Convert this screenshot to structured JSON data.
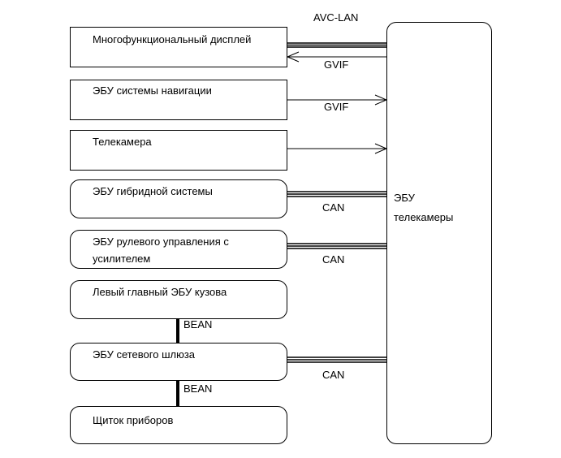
{
  "diagram": {
    "modules": {
      "display": "Многофункциональный дисплей",
      "nav_ecu": "ЭБУ системы навигации",
      "camera": "Телекамера",
      "hybrid_ecu": "ЭБУ гибридной системы",
      "steering_ecu_line1": "ЭБУ рулевого управления с",
      "steering_ecu_line2": "усилителем",
      "body_ecu": "Левый главный ЭБУ кузова",
      "gateway_ecu": "ЭБУ сетевого шлюза",
      "cluster": "Щиток приборов",
      "camera_ecu_line1": "ЭБУ",
      "camera_ecu_line2": "телекамеры"
    },
    "connections": {
      "avc_lan": "AVC-LAN",
      "gvif_display": "GVIF",
      "gvif_nav": "GVIF",
      "can_hybrid": "CAN",
      "can_steering": "CAN",
      "can_gateway": "CAN",
      "bean_1": "BEAN",
      "bean_2": "BEAN"
    }
  }
}
